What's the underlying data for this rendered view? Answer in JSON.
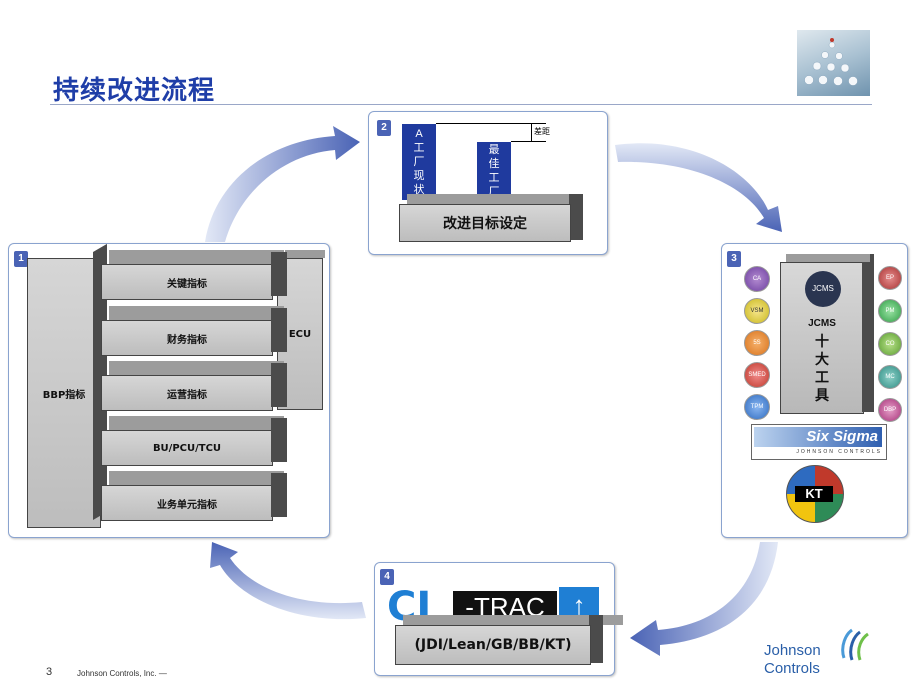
{
  "slide": {
    "title": "持续改进流程",
    "page_number": "3",
    "footer_text": "Johnson Controls, Inc. —",
    "logo_line1": "Johnson",
    "logo_line2": "Controls"
  },
  "panel1": {
    "badge": "1",
    "bbp_label": "BBP指标",
    "ecu_label": "ECU",
    "items": [
      "关键指标",
      "财务指标",
      "运营指标",
      "BU/PCU/TCU",
      "业务单元指标"
    ]
  },
  "panel2": {
    "badge": "2",
    "bar1_label": "A工厂现状",
    "bar2_label": "最佳工厂",
    "gap_label": "差距",
    "base_label": "改进目标设定"
  },
  "panel3": {
    "badge": "3",
    "jcms_badge": "JCMS",
    "jcms_title": "JCMS",
    "tools_label": "十大工具",
    "left_icons": [
      "CA",
      "VSM",
      "5S",
      "SMED",
      "TPM"
    ],
    "right_icons": [
      "EP",
      "PM",
      "CO",
      "MC",
      "DBP"
    ],
    "six_sigma": "Six Sigma",
    "six_sigma_sub": "JOHNSON CONTROLS",
    "kt": "KT"
  },
  "panel4": {
    "badge": "4",
    "ci_text": "CI",
    "trac_text": "-TRAC",
    "methods": "(JDI/Lean/GB/BB/KT)"
  },
  "colors": {
    "title": "#1f3ea8",
    "badge": "#4a63b5",
    "bar_blue": "#1f3a9e",
    "arrow_dark": "#4a63b5",
    "arrow_light": "#cfd8ef"
  }
}
